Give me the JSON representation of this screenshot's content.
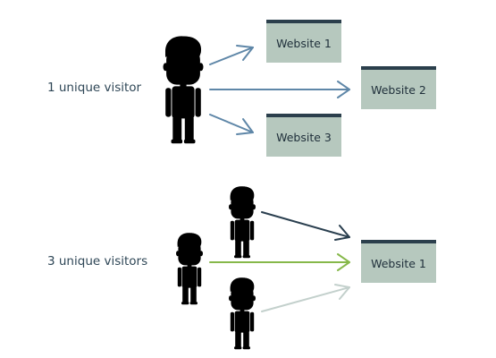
{
  "section_one": {
    "label": "1 unique visitor",
    "sites": [
      "Website 1",
      "Website 2",
      "Website 3"
    ]
  },
  "section_two": {
    "label": "3 unique visitors",
    "site": "Website 1"
  },
  "icons": {
    "visitor_single": "person-icon",
    "visitor_multiple": "person-icon"
  },
  "colors": {
    "blue": "#5f87a8",
    "navy": "#2a3f4f",
    "green": "#86b84a",
    "gray": "#c3d0cc",
    "site_fill": "#b6c8be",
    "site_top": "#2b3f4c"
  }
}
